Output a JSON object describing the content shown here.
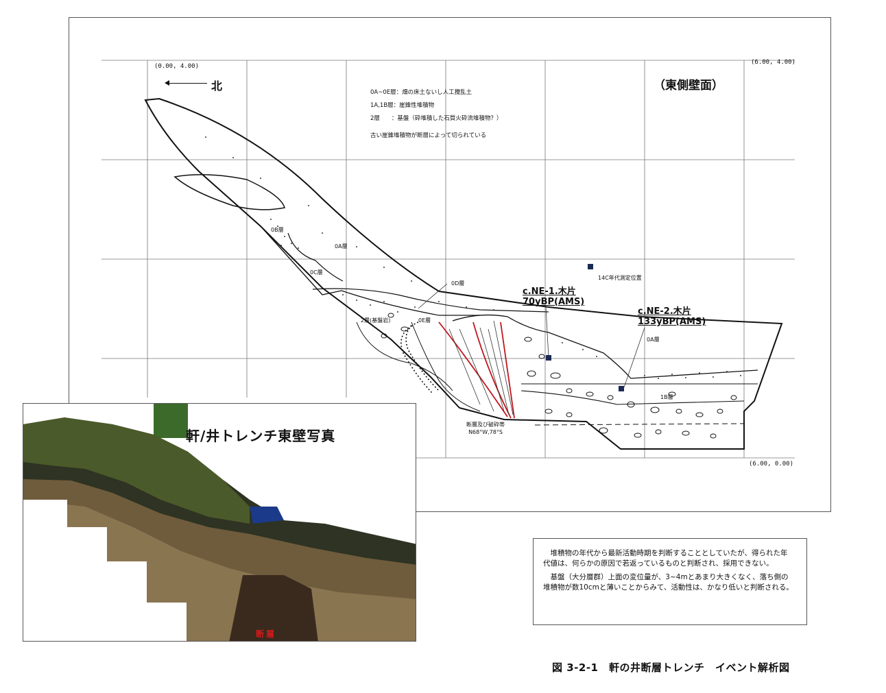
{
  "coords": {
    "top_left": "(0.00, 4.00)",
    "top_right": "(6.00, 4.00)",
    "bottom_right": "(6.00, 0.00)"
  },
  "north_label": "北",
  "view_title": "（東側壁面）",
  "legend": [
    "0A~0E層：畑の床土ないし人工攪乱土",
    "1A,1B層：崖錐性堆積物",
    "2層　　：基盤（砕堆積した石質火砕流堆積物？）"
  ],
  "legend_note": "古い崖錐堆積物が断層によって切られている",
  "sample_marker_label": "14C年代測定位置",
  "layer_labels": {
    "ob": "0B層",
    "oa": "0A層",
    "oc": "0C層",
    "od": "0D層",
    "oe": "0E層",
    "basement": "2層(基盤岩)",
    "oa_right": "0A層",
    "b1": "1B層"
  },
  "sample1": {
    "name": "c.NE-1.木片",
    "age": "70yBP(AMS)"
  },
  "sample2": {
    "name": "c.NE-2.木片",
    "age": "133yBP(AMS)"
  },
  "fault_label": {
    "line1": "断層及び破砕帯",
    "line2": "N68°W,78°S"
  },
  "photo": {
    "title": "軒/井トレンチ東壁写真",
    "fault_tag": "断層"
  },
  "text_box": {
    "para1": "堆積物の年代から最新活動時期を判断することとしていたが、得られた年代値は、何らかの原因で若返っているものと判断され、採用できない。",
    "para2": "基盤（大分層群）上面の変位量が、3~4mとあまり大きくなく、落ち側の堆積物が数10cmと薄いことからみて、活動性は、かなり低いと判断される。"
  },
  "caption": "図 3-2-1　軒の井断層トレンチ　イベント解析図",
  "colors": {
    "fault": "#c0161c",
    "marker": "#1a2a55"
  }
}
